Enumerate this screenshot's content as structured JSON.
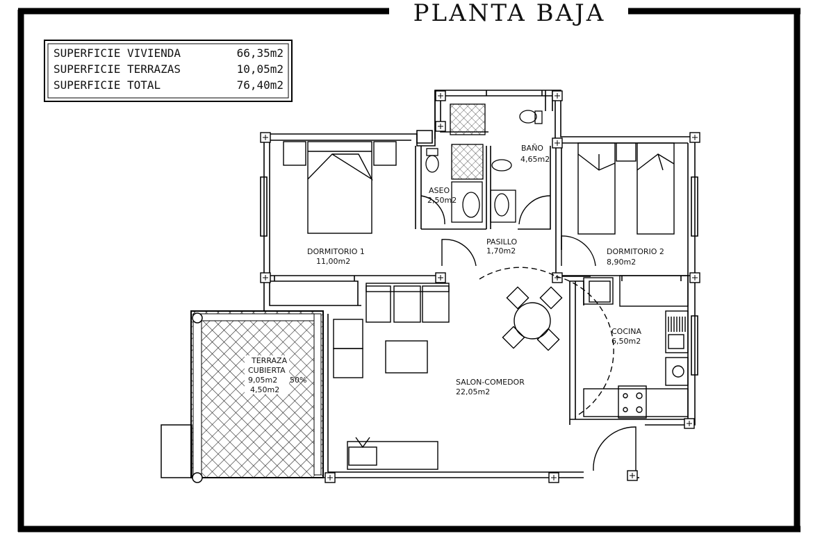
{
  "title": "PLANTA BAJA",
  "areas_table": [
    {
      "label": "SUPERFICIE VIVIENDA",
      "value": "66,35m2"
    },
    {
      "label": "SUPERFICIE TERRAZAS",
      "value": "10,05m2"
    },
    {
      "label": "SUPERFICIE TOTAL",
      "value": "76,40m2"
    }
  ],
  "rooms": {
    "bano": {
      "name": "BAÑO",
      "area": "4,65m2"
    },
    "aseo": {
      "name": "ASEO",
      "area": "2,50m2"
    },
    "pasillo": {
      "name": "PASILLO",
      "area": "1,70m2"
    },
    "dormitorio1": {
      "name": "DORMITORIO 1",
      "area": "11,00m2"
    },
    "dormitorio2": {
      "name": "DORMITORIO 2",
      "area": "8,90m2"
    },
    "cocina": {
      "name": "COCINA",
      "area": "6,50m2"
    },
    "salon": {
      "name": "SALON-COMEDOR",
      "area": "22,05m2"
    },
    "terraza": {
      "name1": "TERRAZA",
      "name2": "CUBIERTA",
      "area": "9,05m2",
      "pct": "50%",
      "area_pct": "4,50m2"
    }
  }
}
